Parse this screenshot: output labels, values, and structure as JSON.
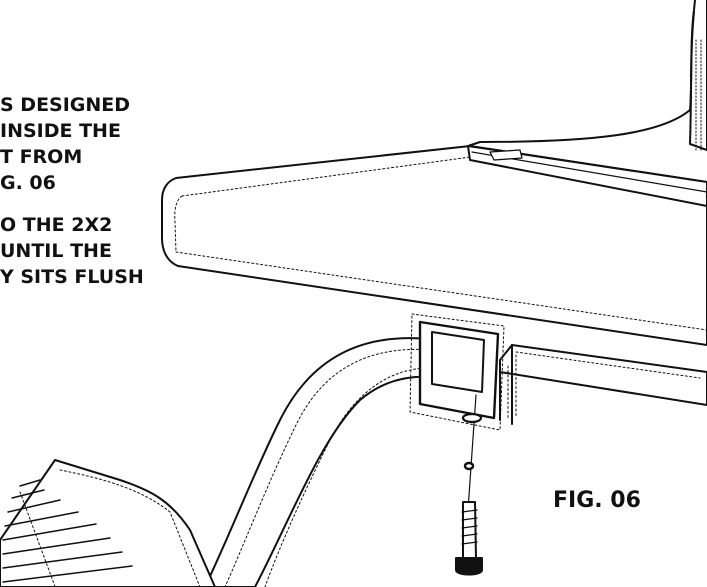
{
  "instructions": {
    "paragraph1": [
      "S DESIGNED",
      "INSIDE THE",
      "T FROM",
      "G. 06"
    ],
    "paragraph2": [
      "O THE 2X2",
      "UNTIL THE",
      "Y SITS FLUSH"
    ]
  },
  "figure_label": "FIG. 06",
  "colors": {
    "ink": "#111111",
    "background": "#ffffff"
  }
}
